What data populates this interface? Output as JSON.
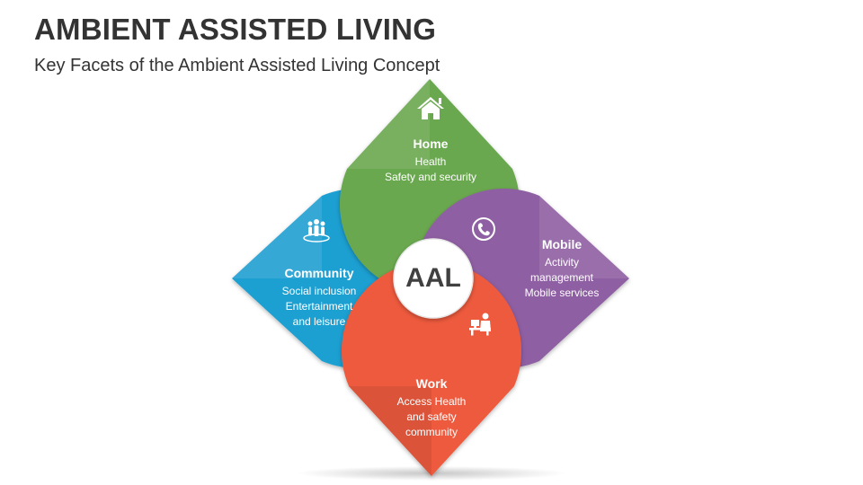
{
  "title": "AMBIENT ASSISTED LIVING",
  "subtitle": "Key Facets of the Ambient Assisted Living Concept",
  "center": "AAL",
  "colors": {
    "home": "#6aa84f",
    "mobile": "#8e5ea2",
    "work": "#ee5a3c",
    "community": "#1e9fd1"
  },
  "petals": {
    "home": {
      "heading": "Home",
      "lines": [
        "Health",
        "Safety and security"
      ],
      "icon": "house-icon"
    },
    "mobile": {
      "heading": "Mobile",
      "lines": [
        "Activity",
        "management",
        "Mobile services"
      ],
      "icon": "phone-icon"
    },
    "work": {
      "heading": "Work",
      "lines": [
        "Access Health",
        "and safety",
        "community"
      ],
      "icon": "worker-desk-icon"
    },
    "community": {
      "heading": "Community",
      "lines": [
        "Social inclusion",
        "Entertainment",
        "and leisure"
      ],
      "icon": "people-group-icon"
    }
  }
}
